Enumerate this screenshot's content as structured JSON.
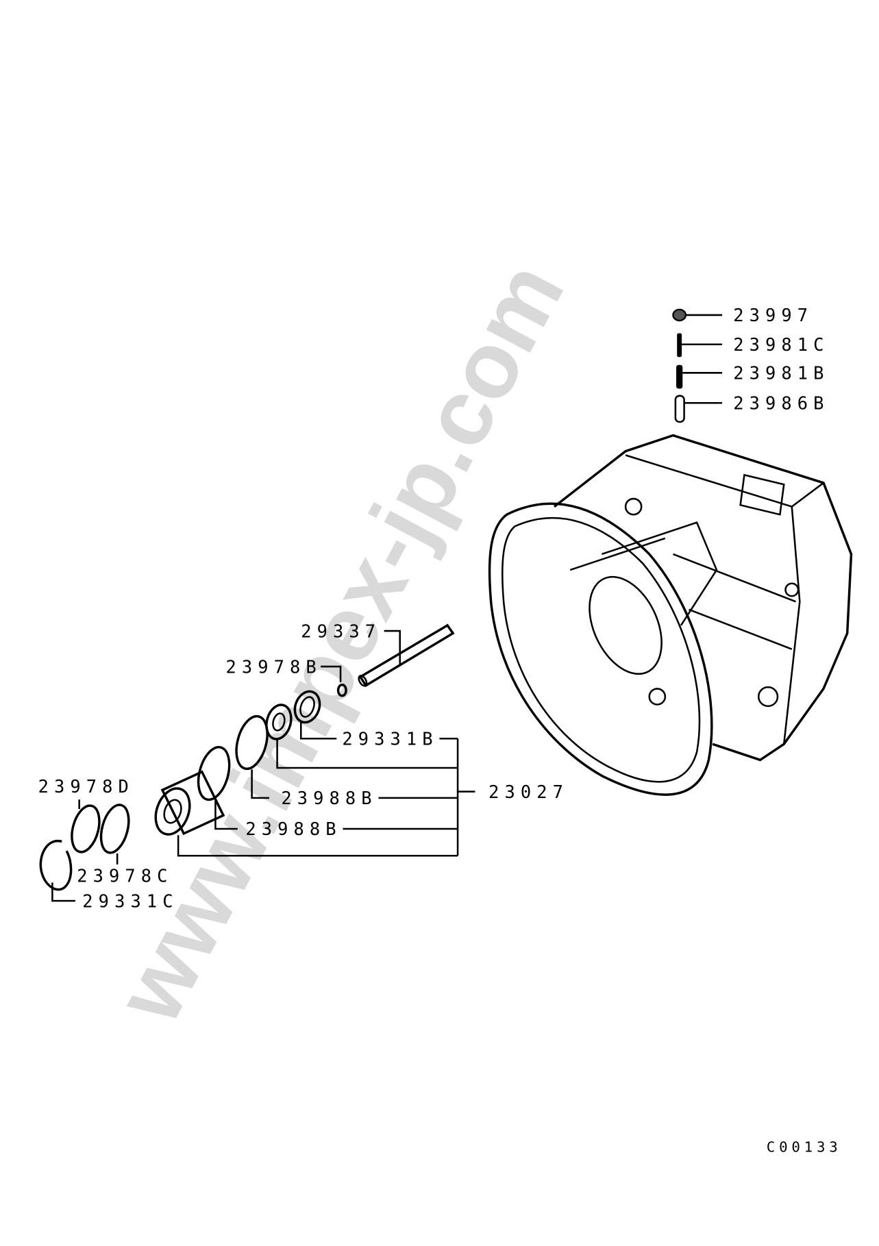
{
  "diagram": {
    "watermark": "www.impex-jp.com",
    "drawing_code": "C00133",
    "part_labels": {
      "p23997": "23997",
      "p23981C": "23981C",
      "p23981B": "23981B",
      "p23986B": "23986B",
      "p29337": "29337",
      "p23978B": "23978B",
      "p29331B": "29331B",
      "p23027": "23027",
      "p23988B_upper": "23988B",
      "p23988B_lower": "23988B",
      "p23978D": "23978D",
      "p23978C": "23978C",
      "p29331C": "29331C"
    }
  }
}
